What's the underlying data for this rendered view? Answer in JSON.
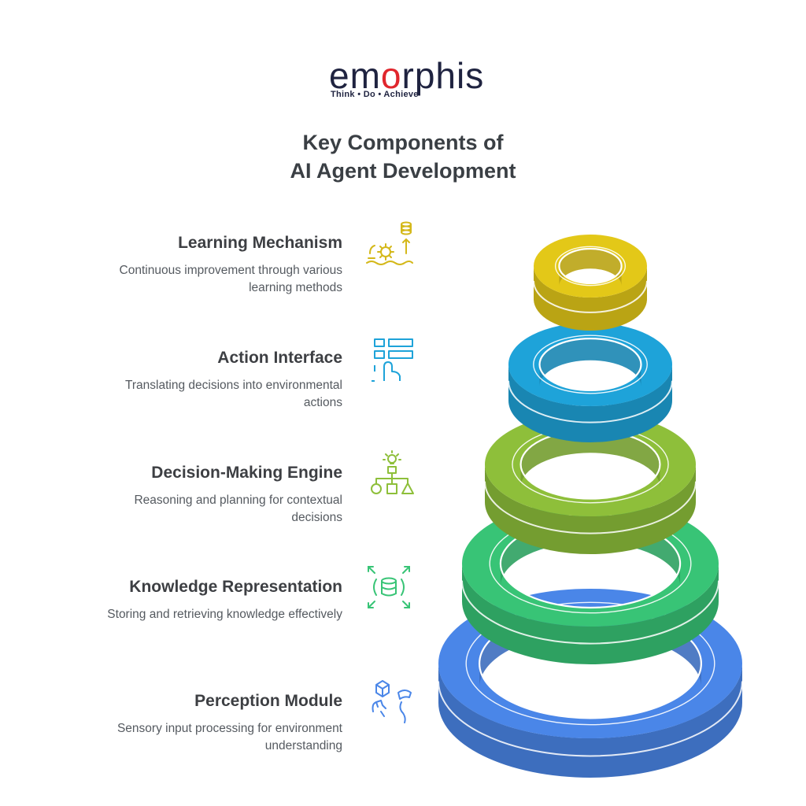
{
  "logo": {
    "wordmark_start": "em",
    "wordmark_accent": "o",
    "wordmark_end": "rphis",
    "tagline": "Think • Do • Achieve"
  },
  "title": {
    "line1": "Key Components of",
    "line2": "AI Agent Development"
  },
  "components": [
    {
      "name": "Learning Mechanism",
      "description_line1": "Continuous improvement through various",
      "description_line2": "learning methods",
      "color": "#e3c818",
      "icon": "gear-data-icon"
    },
    {
      "name": "Action Interface",
      "description_line1": "Translating decisions into environmental",
      "description_line2": "actions",
      "color": "#1ea3d9",
      "icon": "touch-interface-icon"
    },
    {
      "name": "Decision-Making Engine",
      "description_line1": "Reasoning and planning for contextual",
      "description_line2": "decisions",
      "color": "#8ebf3a",
      "icon": "decision-tree-icon"
    },
    {
      "name": "Knowledge Representation",
      "description_line1": "Storing and retrieving knowledge effectively",
      "description_line2": "",
      "color": "#38c476",
      "icon": "database-expand-icon"
    },
    {
      "name": "Perception Module",
      "description_line1": "Sensory input processing for environment",
      "description_line2": "understanding",
      "color": "#4a86e8",
      "icon": "perception-icon"
    }
  ]
}
